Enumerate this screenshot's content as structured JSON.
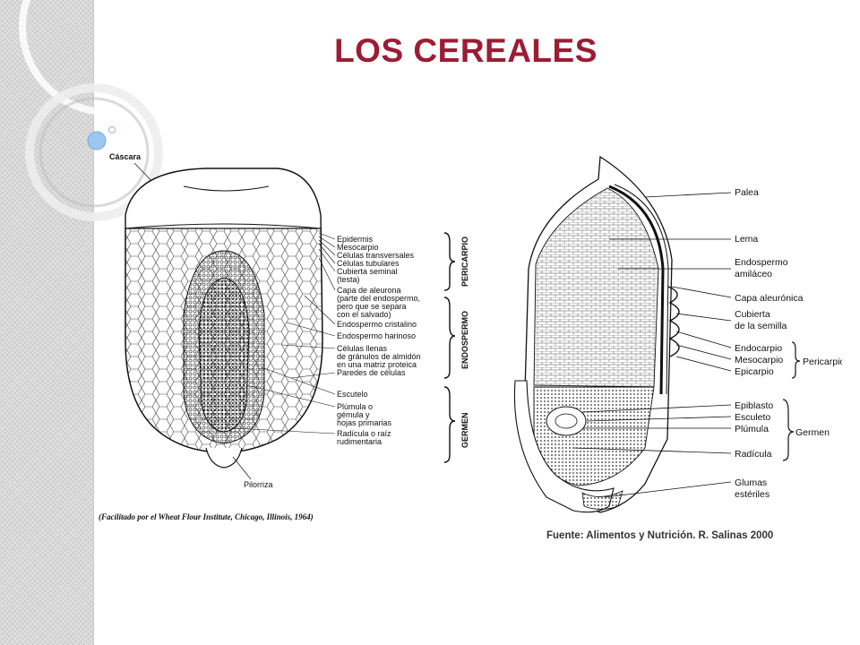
{
  "title": "LOS CEREALES",
  "left_figure": {
    "top_label": "Cáscara",
    "labels": [
      "Epidermis",
      "Mesocarpio",
      "Células transversales",
      "Células tubulares",
      "Cubierta seminal",
      "(testa)",
      "Capa de aleurona",
      "(parte del endospermo,",
      "pero que se separa",
      "con el salvado)",
      "Endospermo cristalino",
      "Endospermo harinoso",
      "Células llenas",
      "de gránulos de almidón",
      "en una matriz proteica",
      "Paredes de células",
      "Escutelo",
      "Plúmula o",
      "gémula y",
      "hojas primarias",
      "Radícula o raíz",
      "rudimentaria"
    ],
    "groups": [
      "PERICARPIO",
      "ENDOSPERMO",
      "GERMEN"
    ],
    "bottom_label": "Pilorriza",
    "credit": "(Facilitado por el Wheat Flour Institute, Chicago, Illinois, 1964)"
  },
  "right_figure": {
    "labels": [
      "Palea",
      "Lema",
      "Endospermo",
      "amiláceo",
      "Capa aleurónica",
      "Cubierta",
      "de la semilla",
      "Endocarpio",
      "Mesocarpio",
      "Epicarpio",
      "Epiblasto",
      "Esculeto",
      "Plúmula",
      "Radícula",
      "Glumas",
      "estériles"
    ],
    "groups": [
      "Pericarpio",
      "Germen"
    ]
  },
  "source": "Fuente: Alimentos y Nutrición. R. Salinas 2000",
  "colors": {
    "title": "#9c1c34",
    "panel": "#d8d8d8"
  }
}
